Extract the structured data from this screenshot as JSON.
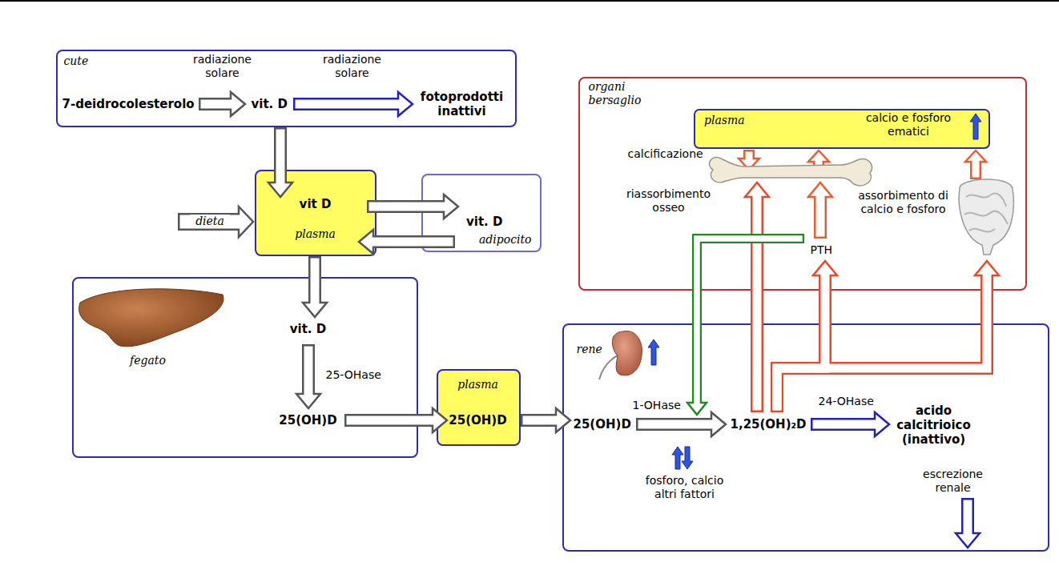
{
  "diagram": {
    "nodes": [
      {
        "text": [
          "cute",
          "radiazione solare",
          "radiazione solare",
          "7-deidrocolesterolo",
          "vit. D",
          "fotoprodotti inattivi"
        ]
      },
      {
        "text": [
          "organi bersaglio",
          "calcificazione",
          "riassorbimento osseo",
          "assorbimento di calcio e fosforo",
          "PTH"
        ]
      },
      {
        "text": [
          "plasma",
          "calcio e fosforo ematici"
        ],
        "in": 1
      },
      {
        "text": [
          "vit D",
          "plasma"
        ]
      },
      {
        "text": [
          "vit. D",
          "adipocito"
        ]
      },
      {
        "text": [
          "fegato",
          "vit. D",
          "25-OHase",
          "25(OH)D"
        ]
      },
      {
        "text": [
          "plasma",
          "25(OH)D"
        ]
      },
      {
        "text": [
          "rene",
          "25(OH)D",
          "1-OHase",
          "1,25(OH)₂D",
          "24-OHase",
          "acido calcitrioico (inattivo)",
          "fosforo, calcio altri fattori",
          "escrezione renale"
        ]
      }
    ],
    "edges": [
      {
        "from": 0,
        "to": 3,
        "arrow": "to"
      },
      {
        "from": 3,
        "to": 4,
        "arrow": "to"
      },
      {
        "from": 4,
        "to": 3,
        "arrow": "to"
      },
      {
        "from": 3,
        "to": 5,
        "arrow": "to"
      },
      {
        "from": 5,
        "to": 6,
        "arrow": "to"
      },
      {
        "from": 6,
        "to": 7,
        "arrow": "to"
      },
      {
        "from": 7,
        "to": 1,
        "arrow": "to"
      },
      {
        "from": 7,
        "to": 1,
        "arrow": "to"
      },
      {
        "from": 7,
        "to": 1,
        "arrow": "to"
      },
      {
        "from": 1,
        "to": 7,
        "arrow": "to"
      }
    ],
    "labels": [
      "dieta"
    ]
  }
}
